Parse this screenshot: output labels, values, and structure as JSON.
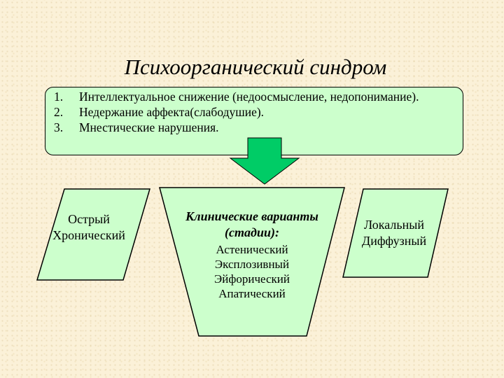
{
  "title": "Психоорганический синдром",
  "symptoms": [
    {
      "num": "1.",
      "text": "Интеллектуальное снижение (недоосмысление, недопонимание)."
    },
    {
      "num": "2.",
      "text": "Недержание аффекта(слабодушие)."
    },
    {
      "num": "3.",
      "text": "Мнестические нарушения."
    }
  ],
  "left_box": {
    "items": [
      "Острый",
      "Хронический"
    ]
  },
  "center_box": {
    "heading": [
      "Клинические варианты",
      "(стадии):"
    ],
    "items": [
      "Астенический",
      "Эксплозивный",
      "Эйфорический",
      "Апатический"
    ]
  },
  "right_box": {
    "items": [
      "Локальный",
      "Диффузный"
    ]
  },
  "colors": {
    "fill": "#ccffcc",
    "arrow": "#00cc66",
    "background": "#fbf1d8",
    "outline": "#000000"
  }
}
